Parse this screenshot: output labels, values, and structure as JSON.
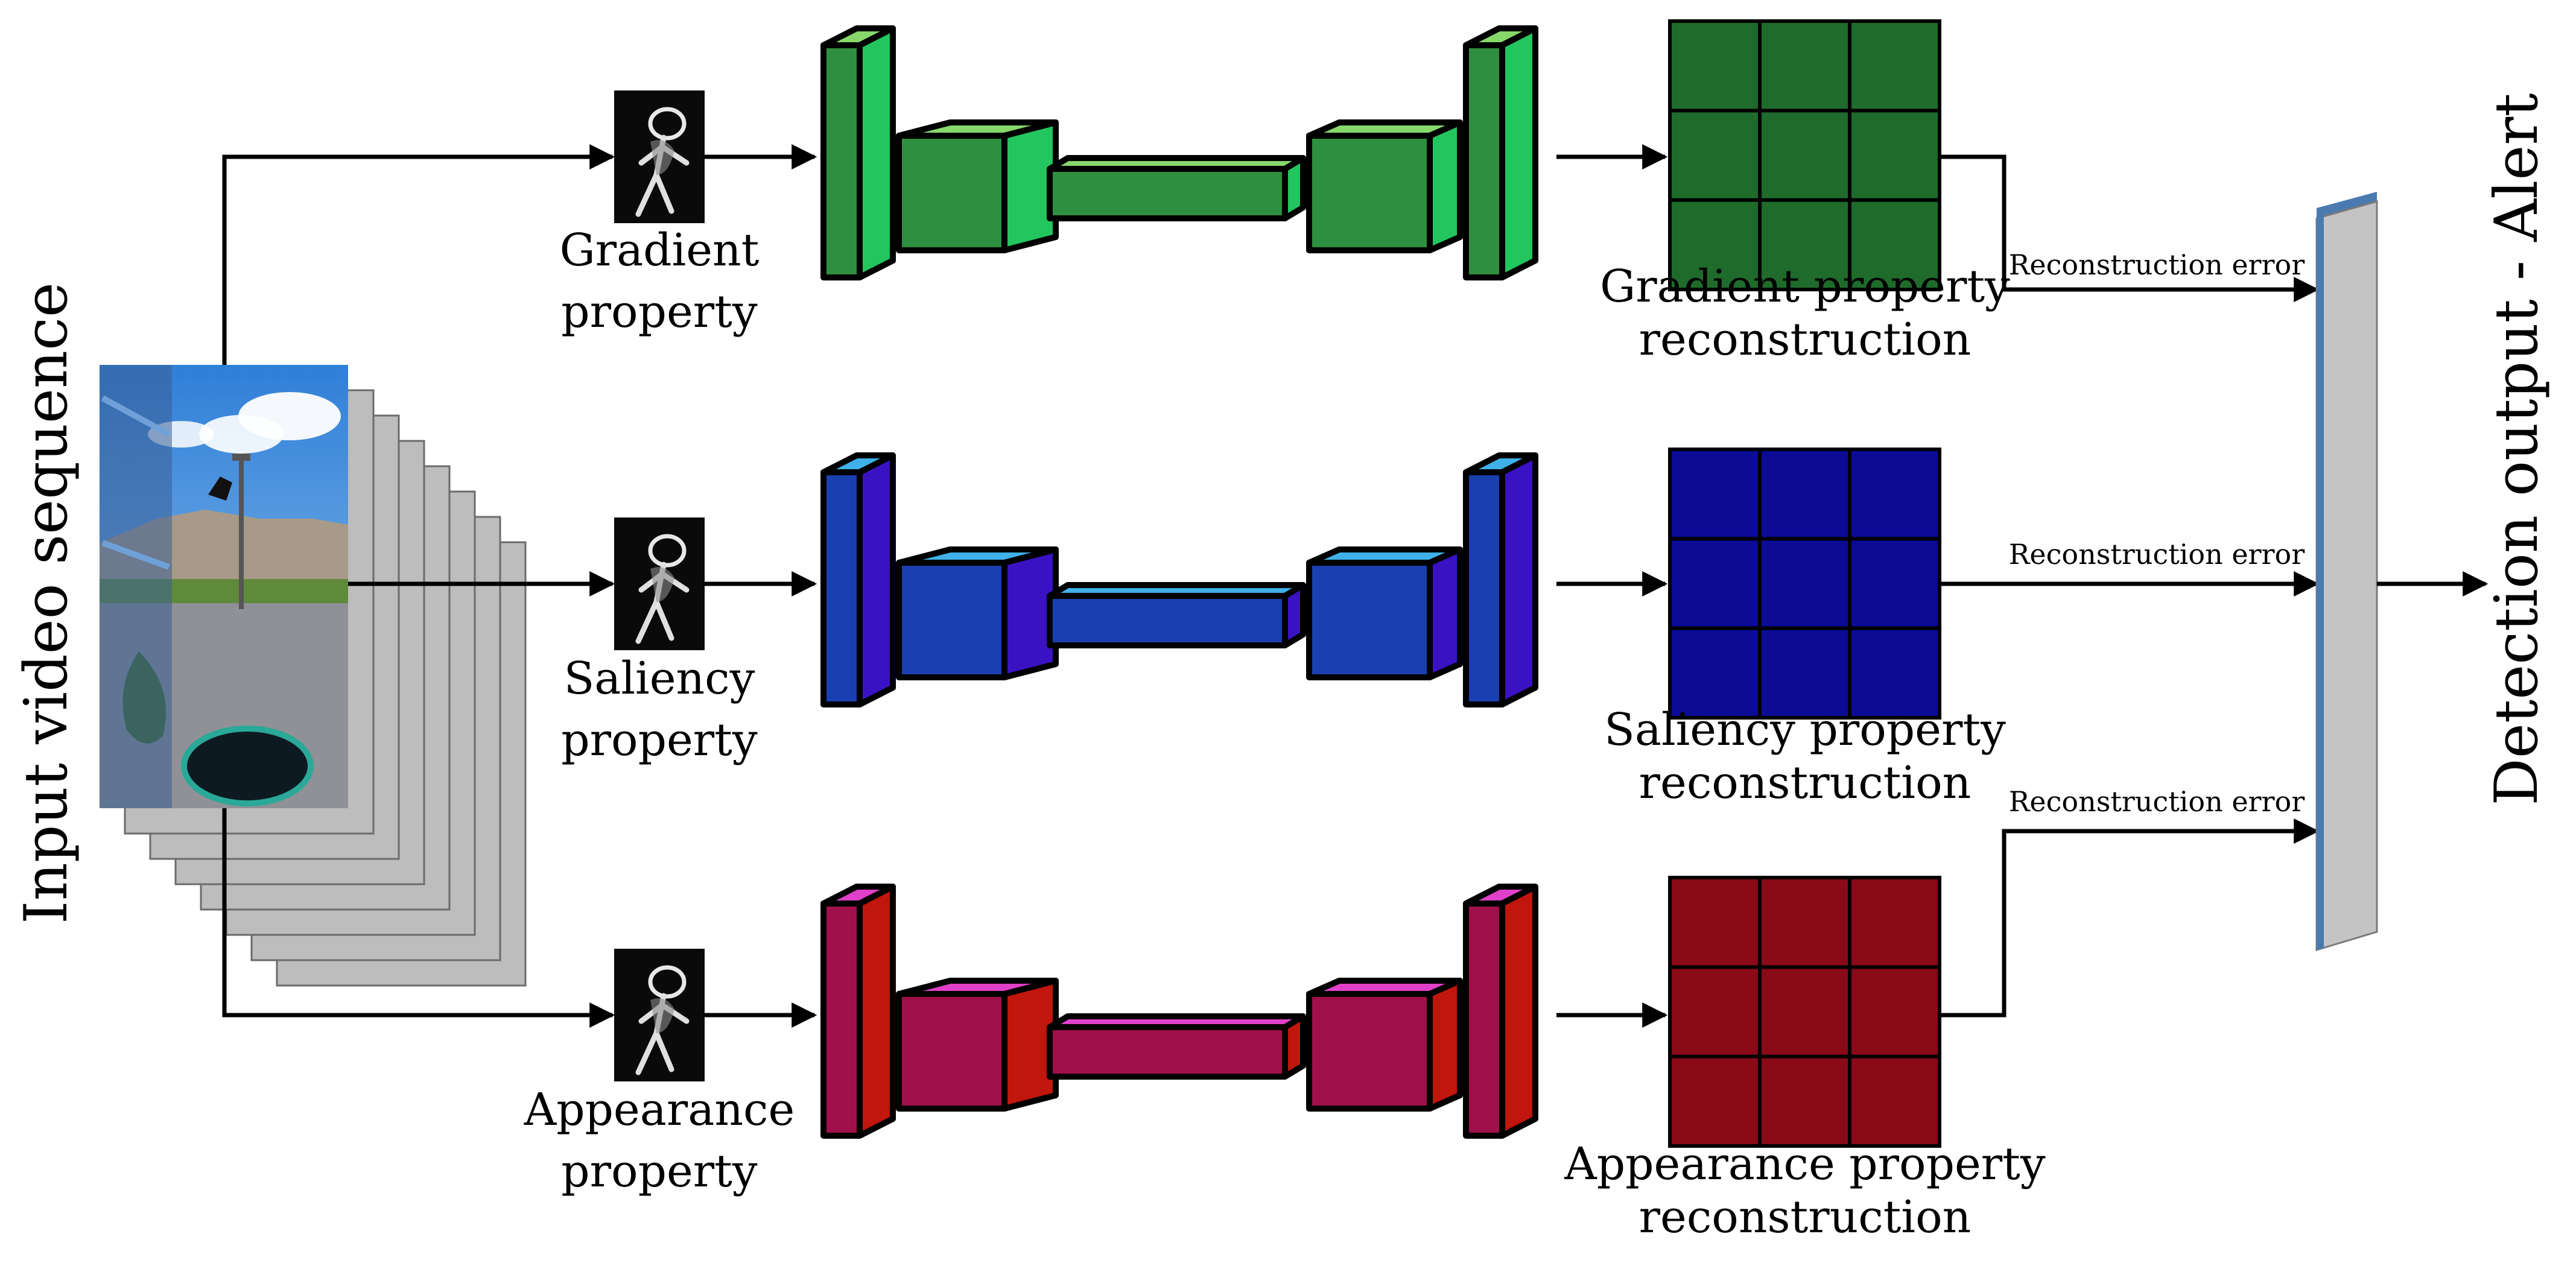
{
  "input": {
    "label": "Input video sequence"
  },
  "output": {
    "label": "Detection output - Alert"
  },
  "branches": [
    {
      "id": "gradient",
      "label_lines": [
        "Gradient",
        "property"
      ],
      "recon_lines": [
        "Gradient property",
        "reconstruction"
      ],
      "error_label": "Reconstruction error",
      "colors": {
        "front": "#2f8f40",
        "side": "#22c55e",
        "top": "#86d86a",
        "grid": "#1f6b2b"
      }
    },
    {
      "id": "saliency",
      "label_lines": [
        "Saliency",
        "property"
      ],
      "recon_lines": [
        "Saliency property",
        "reconstruction"
      ],
      "error_label": "Reconstruction error",
      "colors": {
        "front": "#1a3fb0",
        "side": "#3a12c4",
        "top": "#3fb0e8",
        "grid": "#0b0b96"
      }
    },
    {
      "id": "appearance",
      "label_lines": [
        "Appearance",
        "property"
      ],
      "recon_lines": [
        "Appearance property",
        "reconstruction"
      ],
      "error_label": "Reconstruction error",
      "colors": {
        "front": "#a0104a",
        "side": "#c0160c",
        "top": "#e040c8",
        "grid": "#8a0a18"
      }
    }
  ],
  "colors": {
    "frame_stack": "#bdbdbd",
    "output_bar": "#c4c4c4",
    "output_bar_edge": "#4a7ab0"
  }
}
